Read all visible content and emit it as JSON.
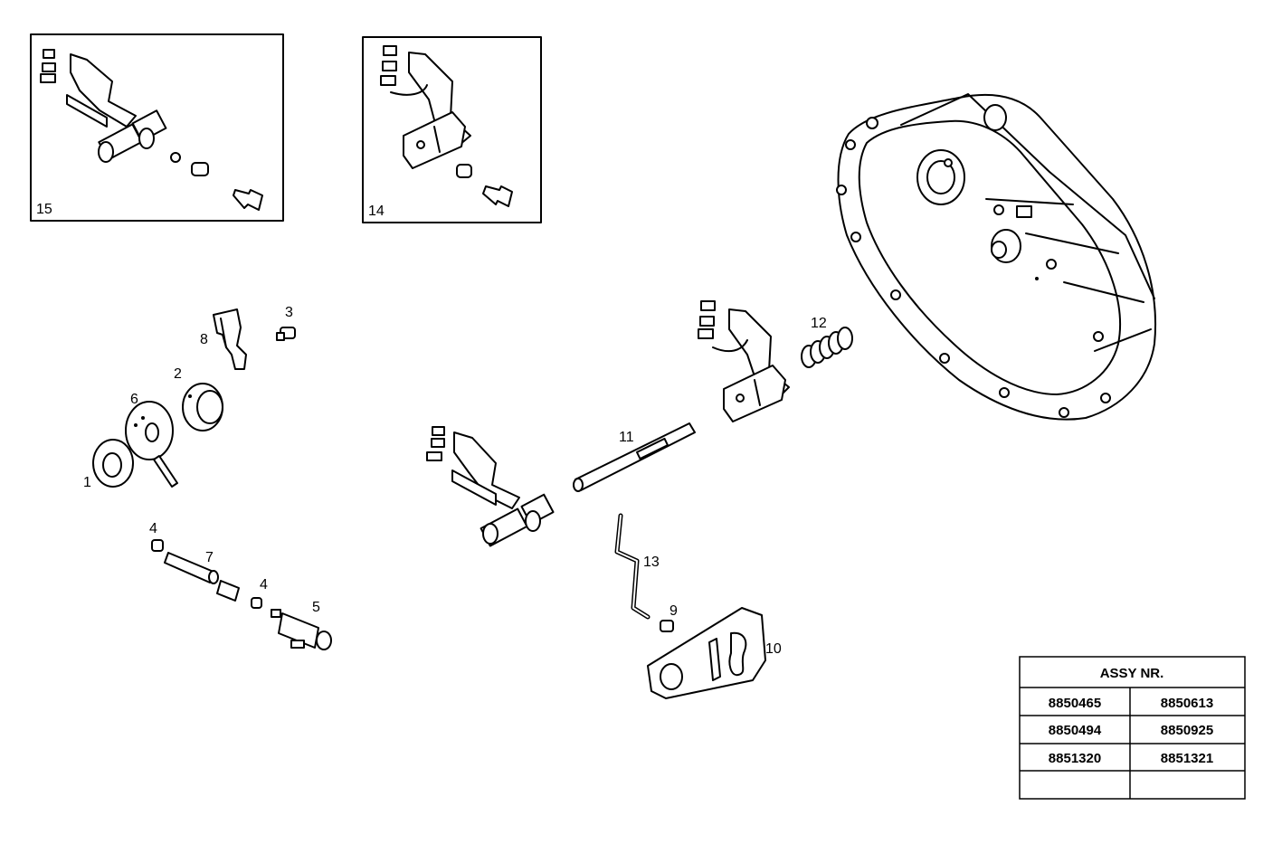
{
  "callouts": {
    "p1": "1",
    "p2": "2",
    "p3": "3",
    "p4a": "4",
    "p4b": "4",
    "p5": "5",
    "p6": "6",
    "p7": "7",
    "p8": "8",
    "p9": "9",
    "p10": "10",
    "p11": "11",
    "p12": "12",
    "p13": "13",
    "p14": "14",
    "p15": "15"
  },
  "assy_table": {
    "title": "ASSY NR.",
    "rows": [
      [
        "8850465",
        "8850613"
      ],
      [
        "8850494",
        "8850925"
      ],
      [
        "8851320",
        "8851321"
      ],
      [
        "",
        ""
      ]
    ]
  }
}
